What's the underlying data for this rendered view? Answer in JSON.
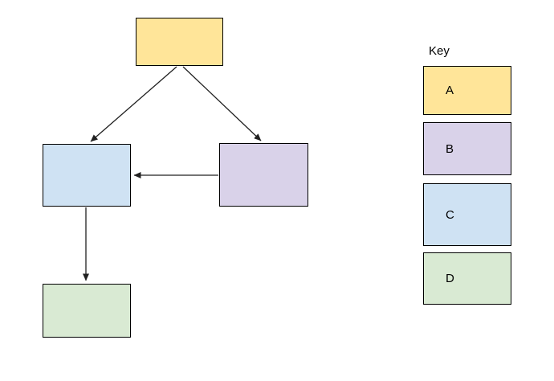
{
  "diagram": {
    "nodes": [
      {
        "id": "top",
        "key_ref": "A",
        "fill": "#ffe599"
      },
      {
        "id": "right",
        "key_ref": "B",
        "fill": "#d9d2e9"
      },
      {
        "id": "left",
        "key_ref": "C",
        "fill": "#cfe2f3"
      },
      {
        "id": "bottom",
        "key_ref": "D",
        "fill": "#d9ead3"
      }
    ],
    "edges": [
      {
        "from": "top",
        "to": "left"
      },
      {
        "from": "top",
        "to": "right"
      },
      {
        "from": "right",
        "to": "left"
      },
      {
        "from": "left",
        "to": "bottom"
      }
    ],
    "edge_stroke": "#212121",
    "node_border": "#000000"
  },
  "key": {
    "title": "Key",
    "items": [
      {
        "label": "A",
        "fill": "#ffe599"
      },
      {
        "label": "B",
        "fill": "#d9d2e9"
      },
      {
        "label": "C",
        "fill": "#cfe2f3"
      },
      {
        "label": "D",
        "fill": "#d9ead3"
      }
    ]
  }
}
